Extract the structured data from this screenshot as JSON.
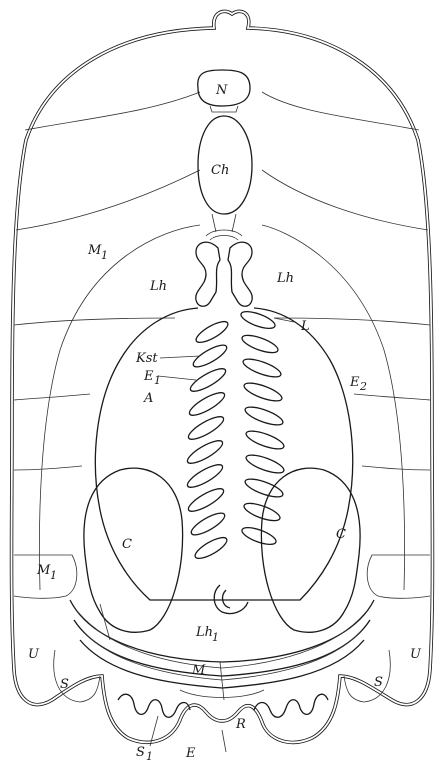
{
  "figure": {
    "labels": {
      "N": "N",
      "Ch": "Ch",
      "M1_top": "M",
      "M1_top_sub": "1",
      "Lh_left": "Lh",
      "Lh_right": "Lh",
      "L": "L",
      "Kst": "Kst",
      "E1": "E",
      "E1_sub": "1",
      "E2": "E",
      "E2_sub": "2",
      "A": "A",
      "M1_low": "M",
      "M1_low_sub": "1",
      "C_left": "C",
      "C_right": "C",
      "Lh1": "Lh",
      "Lh1_sub": "1",
      "U_left": "U",
      "U_right": "U",
      "S_left": "S",
      "S_right": "S",
      "M": "M",
      "R": "R",
      "S1": "S",
      "S1_sub": "1",
      "E": "E"
    }
  }
}
